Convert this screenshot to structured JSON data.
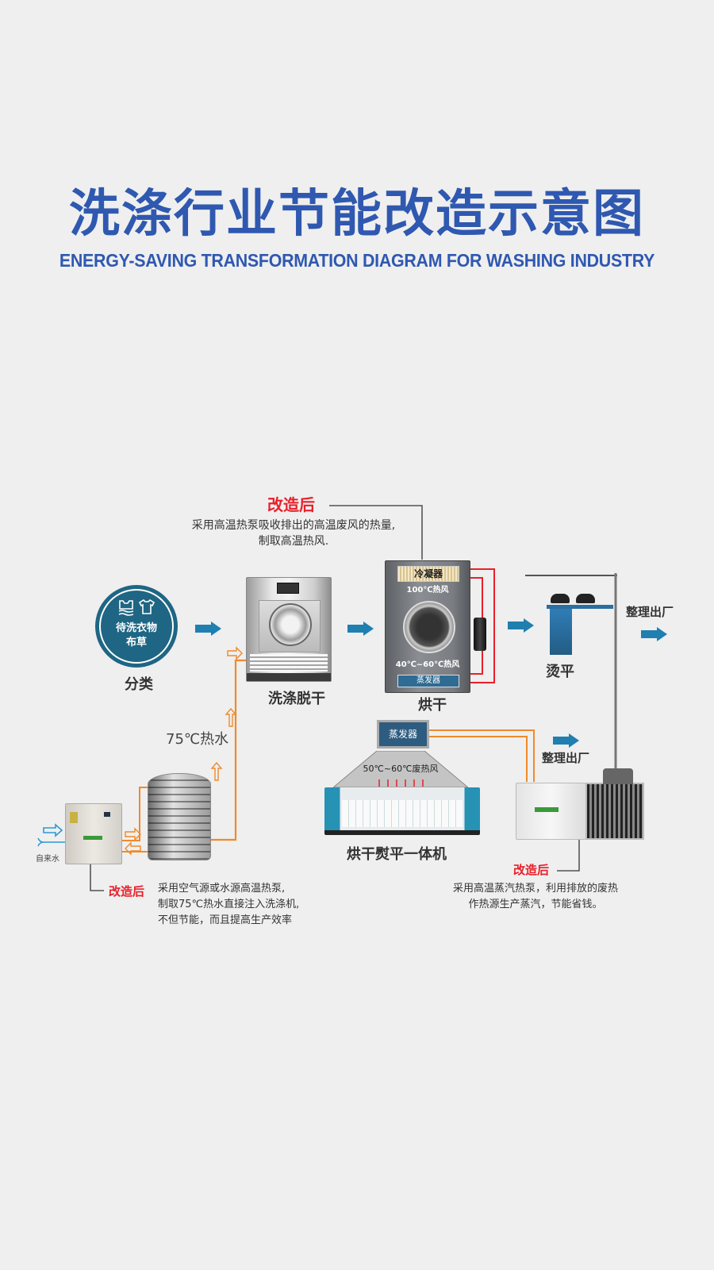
{
  "header": {
    "title_cn": "洗涤行业节能改造示意图",
    "title_en": "ENERGY-SAVING TRANSFORMATION DIAGRAM FOR WASHING INDUSTRY"
  },
  "colors": {
    "title_blue": "#2f58b0",
    "accent_red": "#e8202a",
    "flow_blue": "#1f7fb0",
    "pipe_orange": "#f08a2a",
    "circle_teal": "#1e6684"
  },
  "dryer_note": {
    "tag": "改造后",
    "line1": "采用高温热泵吸收排出的高温废风的热量,",
    "line2": "制取高温热风."
  },
  "sorting": {
    "circle_line1": "待洗衣物",
    "circle_line2": "布草",
    "label": "分类"
  },
  "washer": {
    "label": "洗涤脱干"
  },
  "dryer": {
    "label": "烘干",
    "condenser": "冷凝器",
    "hot_air_top": "100℃热风",
    "hot_air_bottom": "40℃~60℃热风",
    "evaporator": "蒸发器"
  },
  "ironing": {
    "label": "烫平"
  },
  "exit_top": {
    "label": "整理出厂"
  },
  "hot_water": {
    "label": "75℃热水"
  },
  "tap_water": {
    "label": "自来水"
  },
  "water_note": {
    "tag": "改造后",
    "line1": "采用空气源或水源高温热泵,",
    "line2": "制取75℃热水直接注入洗涤机,",
    "line3": "不但节能，而且提高生产效率"
  },
  "ironer": {
    "label": "烘干熨平一体机",
    "evaporator": "蒸发器",
    "waste_air": "50℃~60℃废热风"
  },
  "exit_bottom": {
    "label": "整理出厂"
  },
  "steam_note": {
    "tag": "改造后",
    "line1": "采用高温蒸汽热泵，利用排放的废热",
    "line2": "作热源生产蒸汽，节能省钱。"
  }
}
